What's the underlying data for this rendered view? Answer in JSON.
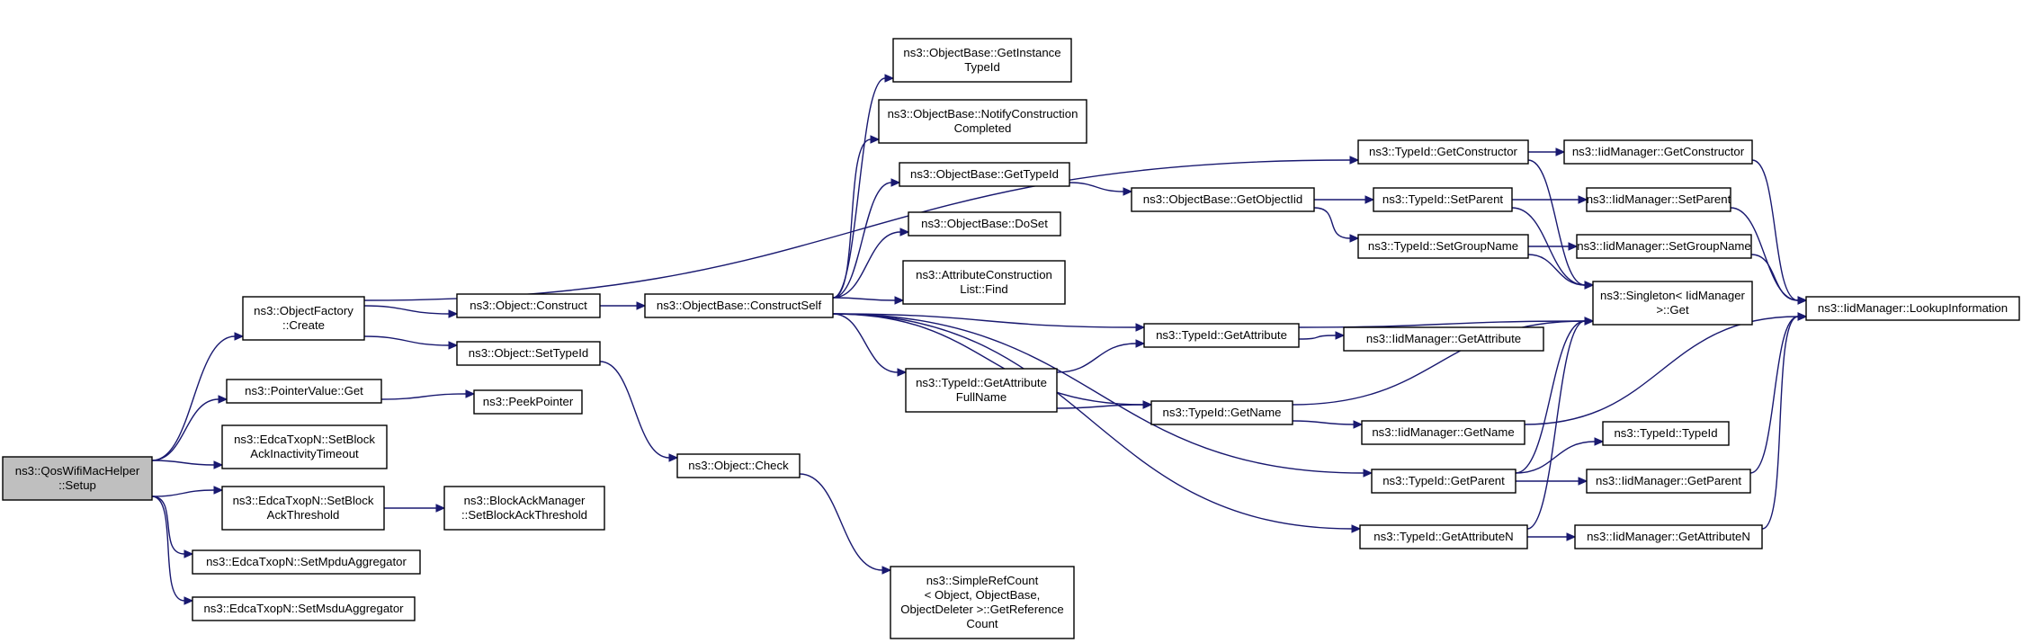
{
  "colors": {
    "edge": "#191970",
    "node_border": "#000000",
    "node_fill": "#ffffff",
    "root_fill": "#bfbfbf"
  },
  "nodes": [
    {
      "id": "qos_setup",
      "name": "node-qoswifimachelper-setup",
      "lines": [
        "ns3::QosWifiMacHelper",
        "::Setup"
      ],
      "root": true
    },
    {
      "id": "of_create",
      "name": "node-objectfactory-create",
      "lines": [
        "ns3::ObjectFactory",
        "::Create"
      ]
    },
    {
      "id": "pv_get",
      "name": "node-pointervalue-get",
      "lines": [
        "ns3::PointerValue::Get"
      ]
    },
    {
      "id": "e_sbait",
      "name": "node-edcatxopn-setblockackinactivitytimeout",
      "lines": [
        "ns3::EdcaTxopN::SetBlock",
        "AckInactivityTimeout"
      ]
    },
    {
      "id": "e_sbat",
      "name": "node-edcatxopn-setblockackthreshold",
      "lines": [
        "ns3::EdcaTxopN::SetBlock",
        "AckThreshold"
      ]
    },
    {
      "id": "e_smpdu",
      "name": "node-edcatxopn-setmpduaggregator",
      "lines": [
        "ns3::EdcaTxopN::SetMpduAggregator"
      ]
    },
    {
      "id": "e_smsdu",
      "name": "node-edcatxopn-setmsduaggregator",
      "lines": [
        "ns3::EdcaTxopN::SetMsduAggregator"
      ]
    },
    {
      "id": "obj_construct",
      "name": "node-object-construct",
      "lines": [
        "ns3::Object::Construct"
      ]
    },
    {
      "id": "obj_settypeid",
      "name": "node-object-settypeid",
      "lines": [
        "ns3::Object::SetTypeId"
      ]
    },
    {
      "id": "peekpointer",
      "name": "node-peekpointer",
      "lines": [
        "ns3::PeekPointer"
      ]
    },
    {
      "id": "bam_sbat",
      "name": "node-blockackmanager-setblockackthreshold",
      "lines": [
        "ns3::BlockAckManager",
        "::SetBlockAckThreshold"
      ]
    },
    {
      "id": "ob_constructself",
      "name": "node-objectbase-constructself",
      "lines": [
        "ns3::ObjectBase::ConstructSelf"
      ]
    },
    {
      "id": "obj_check",
      "name": "node-object-check",
      "lines": [
        "ns3::Object::Check"
      ]
    },
    {
      "id": "ob_getinstancetypeid",
      "name": "node-objectbase-getinstancetypeid",
      "lines": [
        "ns3::ObjectBase::GetInstance",
        "TypeId"
      ]
    },
    {
      "id": "ob_notifyconstruction",
      "name": "node-objectbase-notifyconstructioncompleted",
      "lines": [
        "ns3::ObjectBase::NotifyConstruction",
        "Completed"
      ]
    },
    {
      "id": "ob_gettypeid",
      "name": "node-objectbase-gettypeid",
      "lines": [
        "ns3::ObjectBase::GetTypeId"
      ]
    },
    {
      "id": "ob_doset",
      "name": "node-objectbase-doset",
      "lines": [
        "ns3::ObjectBase::DoSet"
      ]
    },
    {
      "id": "acl_find",
      "name": "node-attributeconstructionlist-find",
      "lines": [
        "ns3::AttributeConstruction",
        "List::Find"
      ]
    },
    {
      "id": "t_getattributefullname",
      "name": "node-typeid-getattributefullname",
      "lines": [
        "ns3::TypeId::GetAttribute",
        "FullName"
      ]
    },
    {
      "id": "src_getreferencecount",
      "name": "node-simplerefcount-getreferencecount",
      "lines": [
        "ns3::SimpleRefCount",
        "< Object, ObjectBase,",
        "ObjectDeleter >::GetReference",
        "Count"
      ]
    },
    {
      "id": "ob_getobjectiid",
      "name": "node-objectbase-getobjectiid",
      "lines": [
        "ns3::ObjectBase::GetObjectIid"
      ]
    },
    {
      "id": "t_getattribute",
      "name": "node-typeid-getattribute",
      "lines": [
        "ns3::TypeId::GetAttribute"
      ]
    },
    {
      "id": "t_getname",
      "name": "node-typeid-getname",
      "lines": [
        "ns3::TypeId::GetName"
      ]
    },
    {
      "id": "t_getconstructor",
      "name": "node-typeid-getconstructor",
      "lines": [
        "ns3::TypeId::GetConstructor"
      ]
    },
    {
      "id": "t_setparent",
      "name": "node-typeid-setparent",
      "lines": [
        "ns3::TypeId::SetParent"
      ]
    },
    {
      "id": "t_setgroupname",
      "name": "node-typeid-setgroupname",
      "lines": [
        "ns3::TypeId::SetGroupName"
      ]
    },
    {
      "id": "t_getparent",
      "name": "node-typeid-getparent",
      "lines": [
        "ns3::TypeId::GetParent"
      ]
    },
    {
      "id": "t_getattributen",
      "name": "node-typeid-getattributen",
      "lines": [
        "ns3::TypeId::GetAttributeN"
      ]
    },
    {
      "id": "iid_getattribute",
      "name": "node-iidmanager-getattribute",
      "lines": [
        "ns3::IidManager::GetAttribute"
      ]
    },
    {
      "id": "iid_getname",
      "name": "node-iidmanager-getname",
      "lines": [
        "ns3::IidManager::GetName"
      ]
    },
    {
      "id": "iid_getconstructor",
      "name": "node-iidmanager-getconstructor",
      "lines": [
        "ns3::IidManager::GetConstructor"
      ]
    },
    {
      "id": "iid_setparent",
      "name": "node-iidmanager-setparent",
      "lines": [
        "ns3::IidManager::SetParent"
      ]
    },
    {
      "id": "iid_setgroupname",
      "name": "node-iidmanager-setgroupname",
      "lines": [
        "ns3::IidManager::SetGroupName"
      ]
    },
    {
      "id": "singleton_get",
      "name": "node-singleton-iidmanager-get",
      "lines": [
        "ns3::Singleton< IidManager",
        ">::Get"
      ]
    },
    {
      "id": "t_typeid",
      "name": "node-typeid-typeid",
      "lines": [
        "ns3::TypeId::TypeId"
      ]
    },
    {
      "id": "iid_getparent",
      "name": "node-iidmanager-getparent",
      "lines": [
        "ns3::IidManager::GetParent"
      ]
    },
    {
      "id": "iid_getattributen",
      "name": "node-iidmanager-getattributen",
      "lines": [
        "ns3::IidManager::GetAttributeN"
      ]
    },
    {
      "id": "iid_lookupinformation",
      "name": "node-iidmanager-lookupinformation",
      "lines": [
        "ns3::IidManager::LookupInformation"
      ]
    }
  ],
  "edges": [
    [
      "qos_setup",
      "of_create"
    ],
    [
      "qos_setup",
      "pv_get"
    ],
    [
      "qos_setup",
      "e_sbait"
    ],
    [
      "qos_setup",
      "e_sbat"
    ],
    [
      "qos_setup",
      "e_smpdu"
    ],
    [
      "qos_setup",
      "e_smsdu"
    ],
    [
      "of_create",
      "obj_construct"
    ],
    [
      "of_create",
      "obj_settypeid"
    ],
    [
      "of_create",
      "t_getconstructor"
    ],
    [
      "pv_get",
      "peekpointer"
    ],
    [
      "e_sbat",
      "bam_sbat"
    ],
    [
      "obj_construct",
      "ob_constructself"
    ],
    [
      "obj_settypeid",
      "obj_check"
    ],
    [
      "obj_check",
      "src_getreferencecount"
    ],
    [
      "ob_constructself",
      "ob_getinstancetypeid"
    ],
    [
      "ob_constructself",
      "ob_notifyconstruction"
    ],
    [
      "ob_constructself",
      "ob_gettypeid"
    ],
    [
      "ob_constructself",
      "ob_doset"
    ],
    [
      "ob_constructself",
      "acl_find"
    ],
    [
      "ob_constructself",
      "t_getattribute"
    ],
    [
      "ob_constructself",
      "t_getattributefullname"
    ],
    [
      "ob_constructself",
      "t_getname"
    ],
    [
      "ob_constructself",
      "t_getparent"
    ],
    [
      "ob_constructself",
      "t_getattributen"
    ],
    [
      "ob_gettypeid",
      "ob_getobjectiid"
    ],
    [
      "ob_getobjectiid",
      "t_setparent"
    ],
    [
      "ob_getobjectiid",
      "t_setgroupname"
    ],
    [
      "t_getattributefullname",
      "t_getattribute"
    ],
    [
      "t_getattributefullname",
      "t_getname"
    ],
    [
      "t_getattribute",
      "singleton_get"
    ],
    [
      "t_getattribute",
      "iid_getattribute"
    ],
    [
      "t_getname",
      "singleton_get"
    ],
    [
      "t_getname",
      "iid_getname"
    ],
    [
      "t_getconstructor",
      "iid_getconstructor"
    ],
    [
      "t_getconstructor",
      "singleton_get"
    ],
    [
      "t_setparent",
      "iid_setparent"
    ],
    [
      "t_setparent",
      "singleton_get"
    ],
    [
      "t_setgroupname",
      "iid_setgroupname"
    ],
    [
      "t_setgroupname",
      "singleton_get"
    ],
    [
      "t_getparent",
      "singleton_get"
    ],
    [
      "t_getparent",
      "t_typeid"
    ],
    [
      "t_getparent",
      "iid_getparent"
    ],
    [
      "t_getattributen",
      "singleton_get"
    ],
    [
      "t_getattributen",
      "iid_getattributen"
    ],
    [
      "iid_getconstructor",
      "iid_lookupinformation"
    ],
    [
      "iid_setparent",
      "iid_lookupinformation"
    ],
    [
      "iid_setgroupname",
      "iid_lookupinformation"
    ],
    [
      "iid_getname",
      "iid_lookupinformation"
    ],
    [
      "iid_getparent",
      "iid_lookupinformation"
    ],
    [
      "iid_getattributen",
      "iid_lookupinformation"
    ]
  ]
}
